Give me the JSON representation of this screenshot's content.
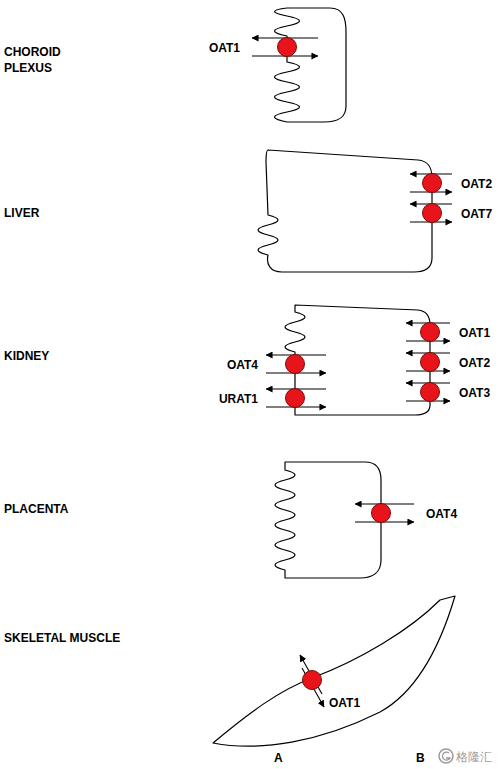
{
  "diagram": {
    "nodes": [
      {
        "text": [
          "OAT1"
        ]
      },
      {
        "text": [
          "OAT2"
        ]
      },
      {
        "text": [
          "OAT7"
        ]
      },
      {
        "text": [
          "OAT4"
        ]
      },
      {
        "text": [
          "URAT1"
        ]
      },
      {
        "text": [
          "OAT1"
        ]
      },
      {
        "text": [
          "OAT2"
        ]
      },
      {
        "text": [
          "OAT3"
        ]
      },
      {
        "text": [
          "OAT4"
        ]
      },
      {
        "text": [
          "OAT1"
        ]
      }
    ],
    "labels": [
      "CHOROID PLEXUS",
      "LIVER",
      "KIDNEY",
      "PLACENTA",
      "SKELETAL MUSCLE",
      "A",
      "B",
      "格隆汇"
    ]
  }
}
